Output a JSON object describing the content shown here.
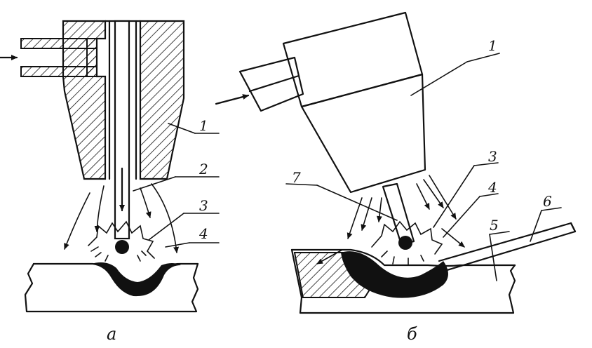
{
  "figure_a": {
    "caption": "а",
    "labels": [
      "1",
      "2",
      "3",
      "4"
    ]
  },
  "figure_b": {
    "caption": "б",
    "labels": [
      "1",
      "3",
      "4",
      "5",
      "6",
      "7"
    ]
  },
  "colors": {
    "ink": "#111111",
    "paper": "#ffffff"
  }
}
